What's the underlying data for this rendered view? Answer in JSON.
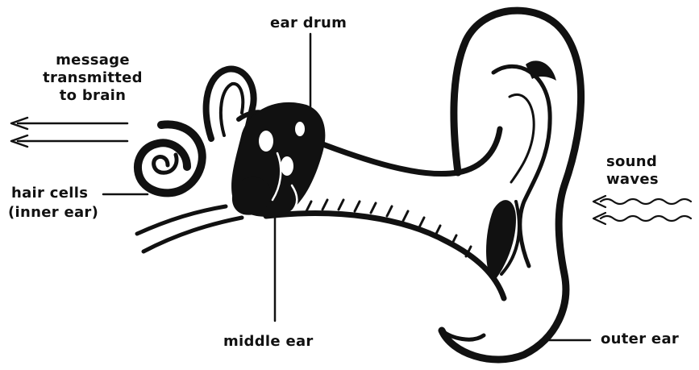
{
  "labels": {
    "ear_drum": "ear drum",
    "message_line1": "message",
    "message_line2": "transmitted",
    "message_line3": "to brain",
    "sound_line1": "sound",
    "sound_line2": "waves",
    "hair_line1": "hair cells",
    "hair_line2": "(inner ear)",
    "middle_ear": "middle ear",
    "outer_ear": "outer ear"
  },
  "colors": {
    "ink": "#111111",
    "background": "#ffffff"
  }
}
